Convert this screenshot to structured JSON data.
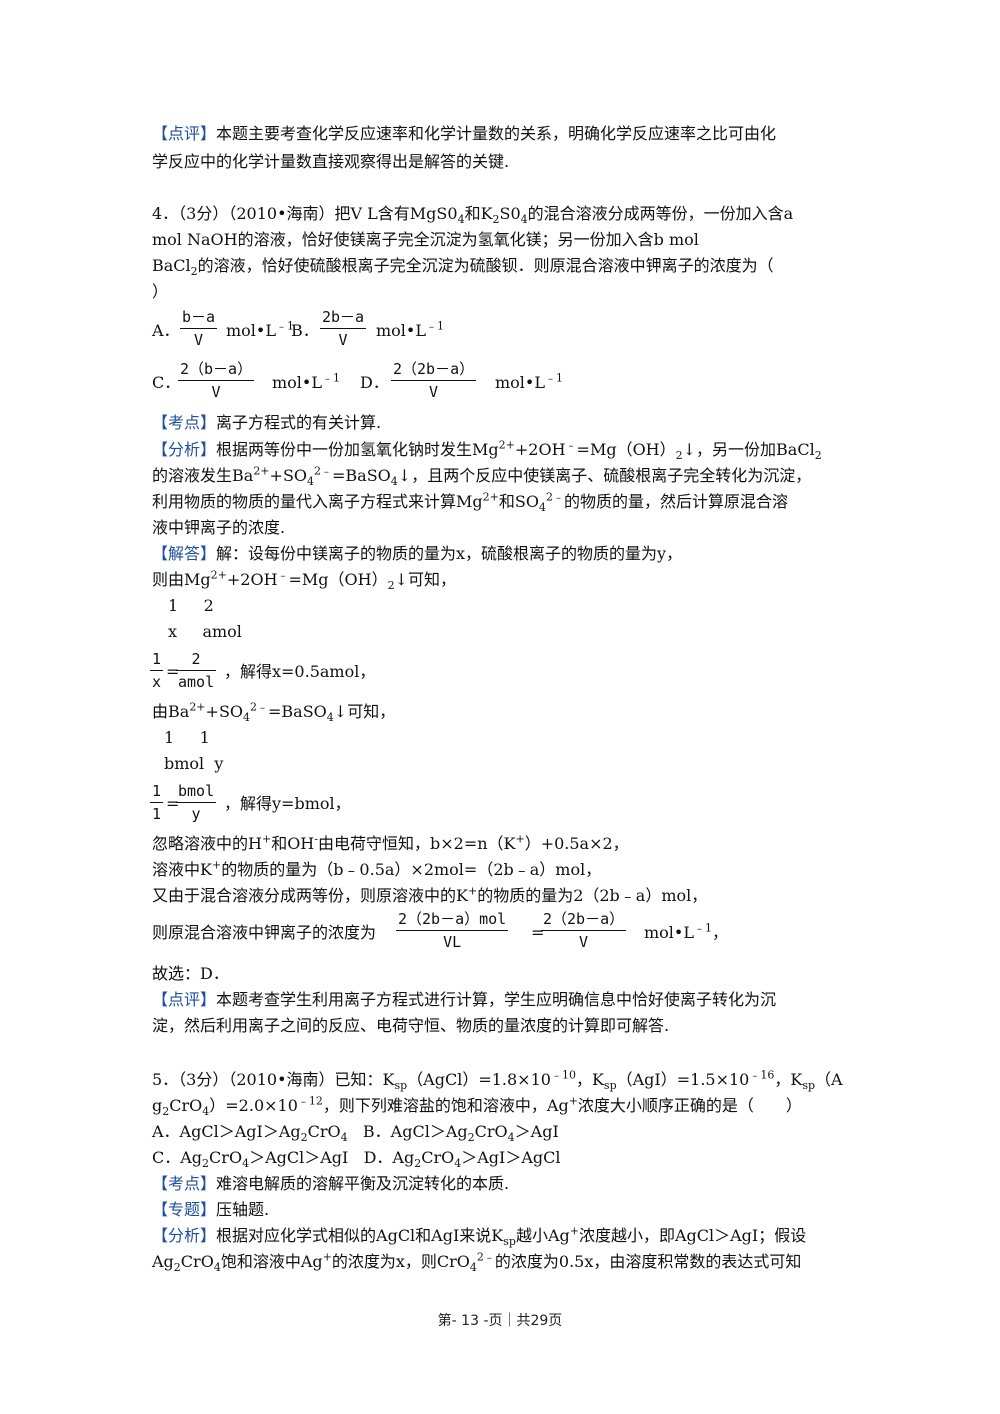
{
  "tags": {
    "review": "【点评】",
    "point": "【考点】",
    "analysis": "【分析】",
    "answer": "【解答】",
    "topic": "【专题】"
  },
  "prev_review": {
    "l1": "本题主要考查化学反应速率和化学计量数的关系，明确化学反应速率之比可由化",
    "l2": "学反应中的化学计量数直接观察得出是解答的关键."
  },
  "q4": {
    "l1a": "4．（3分）（2010•海南）把V L含有MgS0",
    "l1b": "和K",
    "l1c": "S0",
    "l1d": "的混合溶液分成两等份，一份加入含a",
    "l2": "mol NaOH的溶液，恰好使镁离子完全沉淀为氢氧化镁；另一份加入含b mol",
    "l3a": "BaCl",
    "l3b": "的溶液，恰好使硫酸根离子完全沉淀为硫酸钡．则原混合溶液中钾离子的浓度为（",
    "l4": "）",
    "optA_label": "A．",
    "optA_num": "b－a",
    "optA_den": "V",
    "unit": "mol•L",
    "unit_exp": "﹣1",
    "optB_label": "B．",
    "optB_num": "2b－a",
    "optB_den": "V",
    "optC_label": "C．",
    "optC_num": "2（b－a）",
    "optC_den": "V",
    "optD_label": "D．",
    "optD_num": "2（2b－a）",
    "optD_den": "V",
    "point_text": "离子方程式的有关计算.",
    "an1a": "根据两等份中一份加氢氧化钠时发生Mg",
    "an1b": "+2OH",
    "an1c": "=Mg（OH）",
    "an1d": "↓，另一份加BaCl",
    "an2a": "的溶液发生Ba",
    "an2b": "+SO",
    "an2c": "=BaSO",
    "an2d": "↓，且两个反应中使镁离子、硫酸根离子完全转化为沉淀，",
    "an3a": "利用物质的物质的量代入离子方程式来计算Mg",
    "an3b": "和SO",
    "an3c": "的物质的量，然后计算原混合溶",
    "an4": "液中钾离子的浓度.",
    "ans1": "解：设每份中镁离子的物质的量为x，硫酸根离子的物质的量为y，",
    "ans2a": "则由Mg",
    "ans2b": "+2OH",
    "ans2c": "=Mg（OH）",
    "ans2d": "↓可知，",
    "ans3": "1     2",
    "ans4": "x     amol",
    "eq1_num_l": "1",
    "eq1_den_l": "x",
    "eq1_num_r": "2",
    "eq1_den_r": "amol",
    "eq1_text": "，解得x=0.5amol，",
    "ans5a": "由Ba",
    "ans5b": "+SO",
    "ans5c": "=BaSO",
    "ans5d": "↓可知，",
    "ans6": "1     1",
    "ans7": "bmol  y",
    "eq2_num_l": "1",
    "eq2_den_l": "1",
    "eq2_num_r": "bmol",
    "eq2_den_r": "y",
    "eq2_text": "，解得y=bmol，",
    "ans8a": "忽略溶液中的H",
    "ans8b": "和OH",
    "ans8c": "由电荷守恒知，b×2=n（K",
    "ans8d": "）+0.5a×2，",
    "ans9a": "溶液中K",
    "ans9b": "的物质的量为（b﹣0.5a）×2mol=（2b﹣a）mol，",
    "ans10a": "又由于混合溶液分成两等份，则原溶液中的K",
    "ans10b": "的物质的量为2（2b﹣a）mol，",
    "ans11": "则原混合溶液中钾离子的浓度为",
    "eq3_num_l": "2（2b－a）mol",
    "eq3_den_l": "VL",
    "eq3_num_r": "2（2b－a）",
    "eq3_den_r": "V",
    "ans11_tail": "，",
    "ans12": "故选：D．",
    "review1": "本题考查学生利用离子方程式进行计算，学生应明确信息中恰好使离子转化为沉",
    "review2": "淀，然后利用离子之间的反应、电荷守恒、物质的量浓度的计算即可解答."
  },
  "q5": {
    "l1a": "5．（3分）（2010•海南）已知：K",
    "l1b": "（AgCl）=1.8×10",
    "l1c": "，K",
    "l1d": "（AgI）=1.5×10",
    "l1e": "，K",
    "l1f": "（A",
    "l2a": "g",
    "l2b": "CrO",
    "l2c": "）=2.0×10",
    "l2d": "，则下列难溶盐的饱和溶液中，Ag",
    "l2e": "浓度大小顺序正确的是（　　）",
    "optA": "A．AgCl＞AgI＞Ag",
    "optA2": "CrO",
    "optB": "   B．AgCl＞Ag",
    "optB2": "CrO",
    "optB3": "＞AgI",
    "optC": "C．Ag",
    "optC2": "CrO",
    "optC3": "＞AgCl＞AgI   D．Ag",
    "optD2": "CrO",
    "optD3": "＞AgI＞AgCl",
    "point_text": "难溶电解质的溶解平衡及沉淀转化的本质.",
    "topic_text": "压轴题.",
    "an1a": "根据对应化学式相似的AgCl和AgI来说K",
    "an1b": "越小Ag",
    "an1c": "浓度越小，即AgCl＞AgI；假设",
    "an2a": "Ag",
    "an2b": "CrO",
    "an2c": "饱和溶液中Ag",
    "an2d": "的浓度为x，则CrO",
    "an2e": "的浓度为0.5x，由溶度积常数的表达式可知"
  },
  "footer": "第- 13 -页｜共29页"
}
